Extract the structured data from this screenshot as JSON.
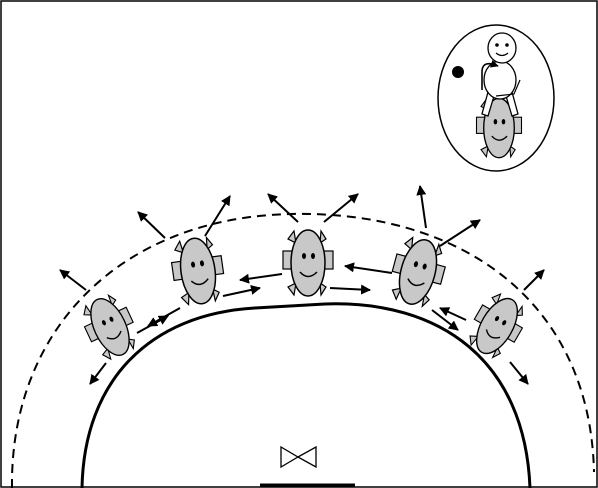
{
  "colors": {
    "stroke": "#000000",
    "face_fill": "#c8c8c8",
    "background": "#ffffff"
  },
  "elements": {
    "players": [
      "smiley-player",
      "smiley-player",
      "smiley-player",
      "smiley-player",
      "smiley-player"
    ],
    "inset": "player-turning-with-ball",
    "goal_symbol": "bowtie-goal-icon"
  }
}
